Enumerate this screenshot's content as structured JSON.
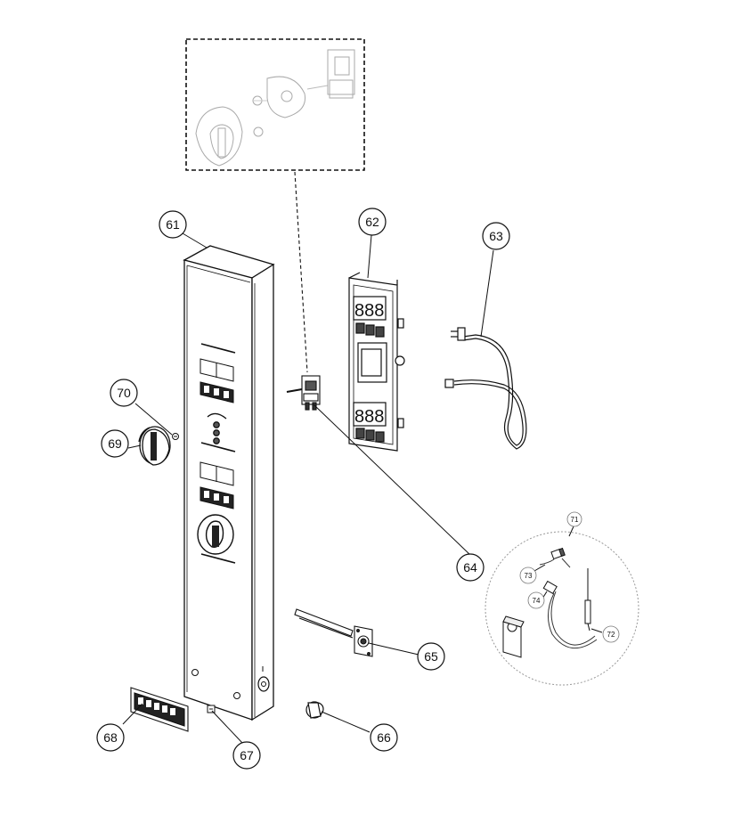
{
  "diagram": {
    "type": "exploded-parts-diagram",
    "colors": {
      "line": "#222222",
      "light": "#9a9a9a",
      "fill": "#ffffff"
    },
    "callouts": {
      "c61": "61",
      "c62": "62",
      "c63": "63",
      "c64": "64",
      "c65": "65",
      "c66": "66",
      "c67": "67",
      "c68": "68",
      "c69": "69",
      "c70": "70",
      "c71": "71",
      "c72": "72",
      "c73": "73",
      "c74": "74"
    }
  }
}
